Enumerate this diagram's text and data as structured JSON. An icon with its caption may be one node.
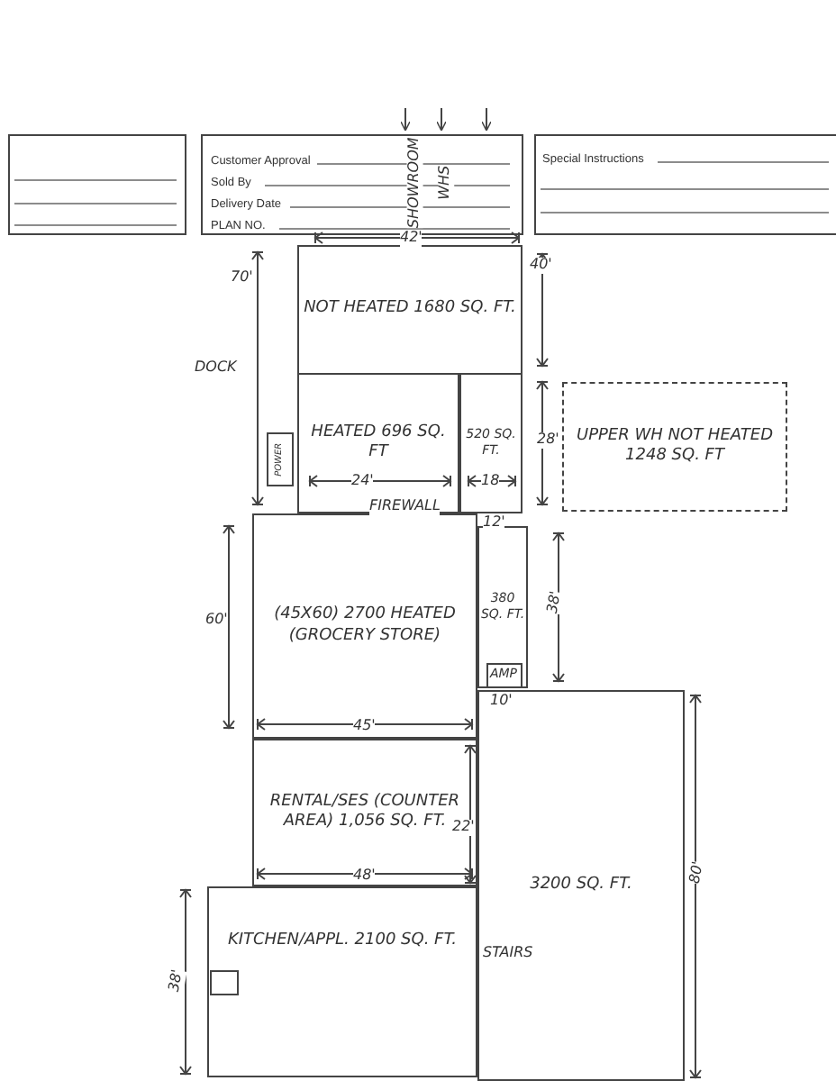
{
  "diagram": {
    "nodes": [
      {
        "text": [
          "NOT HEATED 1680 SQ. FT."
        ]
      },
      {
        "text": [
          "HEATED 696 SQ. FT"
        ]
      },
      {
        "text": [
          "520 SQ. FT."
        ]
      },
      {
        "text": [
          "UPPER WH NOT HEATED 1248 SQ. FT"
        ]
      },
      {
        "text": [
          "(45X60) 2700 HEATED (GROCERY STORE)"
        ]
      },
      {
        "text": [
          "380 SQ. FT."
        ]
      },
      {
        "text": [
          "AMP"
        ],
        "in": 5
      },
      {
        "text": [
          "POWER"
        ]
      },
      {
        "text": [
          "RENTAL/SES (COUNTER AREA) 1,056 SQ. FT."
        ]
      },
      {
        "text": [
          "3200 SQ. FT."
        ]
      },
      {
        "text": [
          "KITCHEN/APPL. 2100 SQ. FT."
        ]
      }
    ],
    "edges": [],
    "labels": [
      "Customer Approval",
      "Sold By",
      "Delivery Date",
      "PLAN NO.",
      "Special Instructions",
      "SHOWROOM",
      "WHS",
      "42'",
      "70'",
      "40'",
      "DOCK",
      "24'",
      "18",
      "28'",
      "FIREWALL",
      "12'",
      "60'",
      "38'",
      "45'",
      "10'",
      "22'",
      "48'",
      "80'",
      "38'",
      "STAIRS"
    ]
  }
}
